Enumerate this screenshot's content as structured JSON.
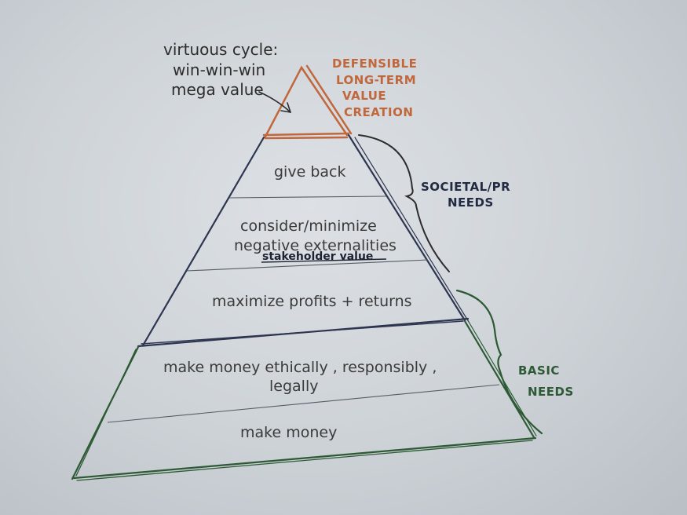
{
  "top_note": {
    "line1": "virtuous cycle:",
    "line2": "win-win-win",
    "line3": "mega value"
  },
  "apex_label": {
    "line1": "DEFENSIBLE",
    "line2": "LONG-TERM",
    "line3": "VALUE",
    "line4": "CREATION"
  },
  "layers": {
    "give_back": "give back",
    "externalities_line1": "consider/minimize",
    "externalities_line2": "negative externalities",
    "stakeholder_value": "stakeholder value",
    "maximize": "maximize profits + returns",
    "ethical_line1": "make money  ethically , responsibly ,",
    "ethical_line2": "legally",
    "make_money": "make money"
  },
  "brackets": {
    "societal_line1": "SOCIETAL/PR",
    "societal_line2": "NEEDS",
    "basic_line1": "BASIC",
    "basic_line2": "NEEDS"
  },
  "colors": {
    "paper": "#d8dce0",
    "pencil": "#3a3a3a",
    "apex_orange": "#c0673c",
    "navy_ink": "#232b42",
    "green_ink": "#2d5a35"
  }
}
